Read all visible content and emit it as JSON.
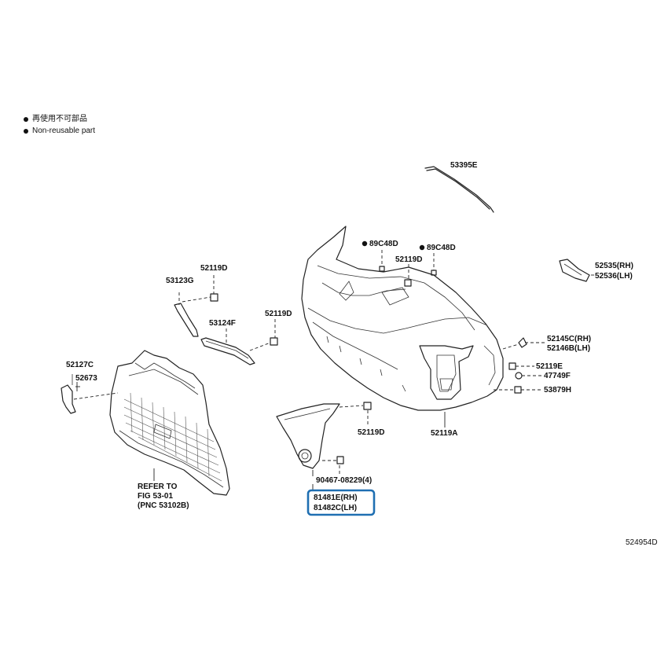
{
  "legend": {
    "line1": "再使用不可部品",
    "line2": "Non-reusable part"
  },
  "figure_id": "524954D",
  "highlight_color": "#1f6fb2",
  "labels": {
    "p53395E": "53395E",
    "p89C48D_a": "89C48D",
    "p89C48D_b": "89C48D",
    "p52119D_a": "52119D",
    "p52119D_b": "52119D",
    "p52119D_c": "52119D",
    "p52119D_d": "52119D",
    "p53123G": "53123G",
    "p53124F": "53124F",
    "p52535": "52535(RH)",
    "p52536": "52536(LH)",
    "p52145C": "52145C(RH)",
    "p52146B": "52146B(LH)",
    "p52119E": "52119E",
    "p47749F": "47749F",
    "p53879H": "53879H",
    "p52127C": "52127C",
    "p52673": "52673",
    "p52119A": "52119A",
    "p90467": "90467-08229(4)",
    "p81481E": "81481E(RH)",
    "p81482C": "81482C(LH)",
    "refer1": "REFER TO",
    "refer2": "FIG 53-01",
    "refer3": "(PNC 53102B)"
  }
}
